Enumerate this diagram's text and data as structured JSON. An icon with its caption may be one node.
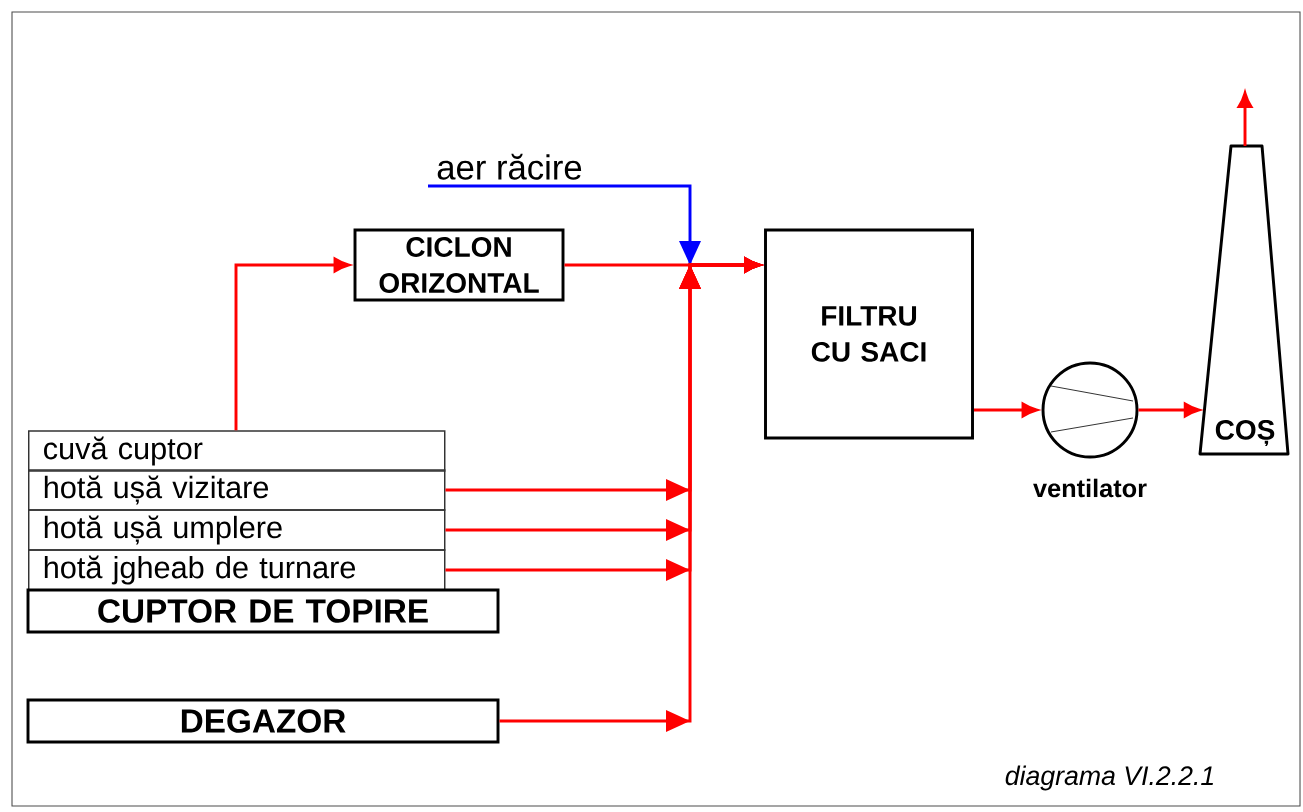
{
  "diagram": {
    "nodes": [
      {
        "text": [
          "CICLON ORIZONTAL"
        ]
      },
      {
        "text": [
          "FILTRU CU SACI"
        ]
      },
      {
        "text": [],
        "shape": "circle",
        "beside": [
          "ventilator"
        ]
      },
      {
        "text": [
          "COȘ"
        ]
      },
      {
        "text": [
          "cuvă cuptor"
        ]
      },
      {
        "text": [
          "hotă ușă vizitare"
        ]
      },
      {
        "text": [
          "hotă ușă umplere"
        ]
      },
      {
        "text": [
          "hotă jgheab de turnare"
        ]
      },
      {
        "text": [
          "CUPTOR DE TOPIRE"
        ]
      },
      {
        "text": [
          "DEGAZOR"
        ]
      },
      {
        "text": [
          "aer răcire"
        ]
      }
    ],
    "edges": [
      {
        "from": 4,
        "to": 0,
        "arrow": "to"
      },
      {
        "from": 0,
        "to": 1,
        "arrow": "to"
      },
      {
        "from": 10,
        "to": 1,
        "arrow": "to",
        "color": "#0000ff"
      },
      {
        "from": 5,
        "to": 1,
        "arrow": "to"
      },
      {
        "from": 6,
        "to": 1,
        "arrow": "to"
      },
      {
        "from": 7,
        "to": 1,
        "arrow": "to"
      },
      {
        "from": 9,
        "to": 1,
        "arrow": "to"
      },
      {
        "from": 1,
        "to": 2,
        "arrow": "to"
      },
      {
        "from": 2,
        "to": 3,
        "arrow": "to"
      },
      {
        "from": 3,
        "to": null,
        "arrow": "to"
      }
    ],
    "labels": [
      "diagrama  VI.2.2.1"
    ]
  }
}
